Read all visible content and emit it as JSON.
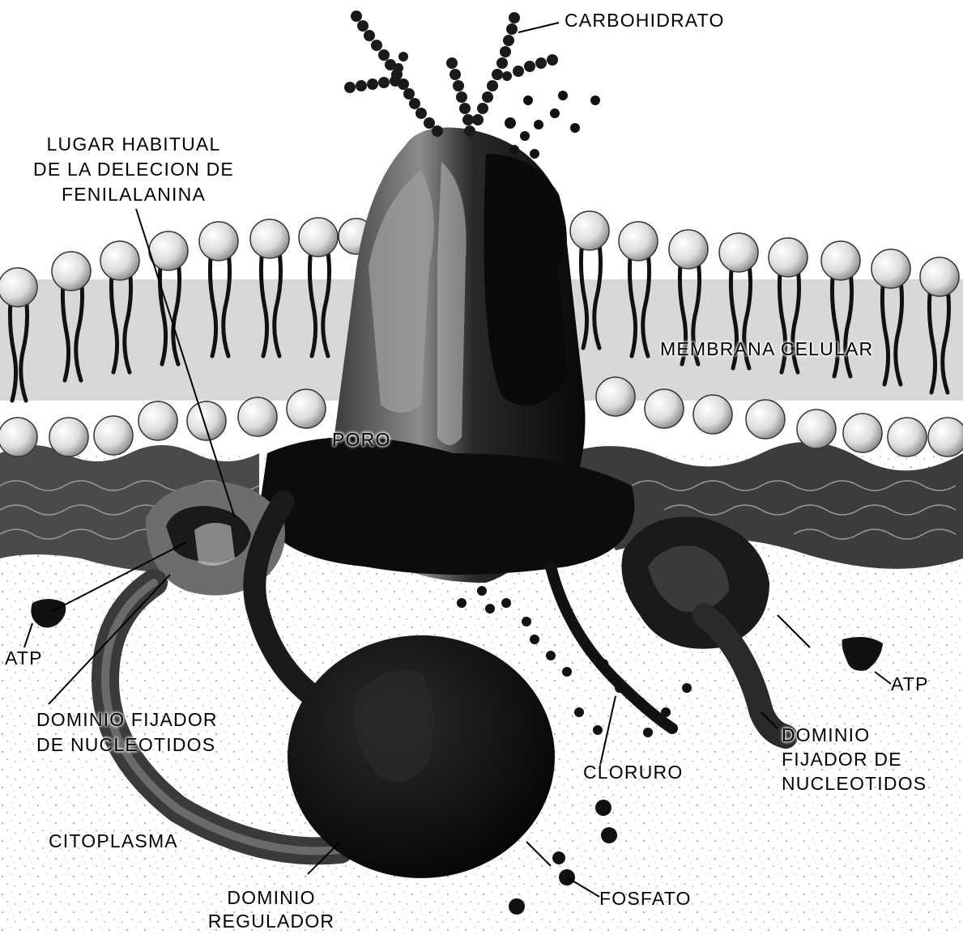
{
  "labels": {
    "carbohidrato": "CARBOHIDRATO",
    "lugar_line1": "LUGAR HABITUAL",
    "lugar_line2": "DE LA DELECION DE",
    "lugar_line3": "FENILALANINA",
    "membrana": "MEMBRANA CELULAR",
    "poro": "PORO",
    "atp_left": "ATP",
    "atp_right": "ATP",
    "dominio_left_line1": "DOMINIO FIJADOR",
    "dominio_left_line2": "DE NUCLEOTIDOS",
    "dominio_right_line1": "DOMINIO",
    "dominio_right_line2": "FIJADOR DE",
    "dominio_right_line3": "NUCLEOTIDOS",
    "cloruro": "CLORURO",
    "citoplasma": "CITOPLASMA",
    "dominio_regulador_line1": "DOMINIO",
    "dominio_regulador_line2": "REGULADOR",
    "fosfato": "FOSFATO"
  },
  "colors": {
    "protein_dark": "#0d0d0d",
    "protein_mid": "#5a5a5a",
    "membrane_head": "#ececec",
    "membrane_tail": "#111111",
    "background": "#ffffff"
  }
}
